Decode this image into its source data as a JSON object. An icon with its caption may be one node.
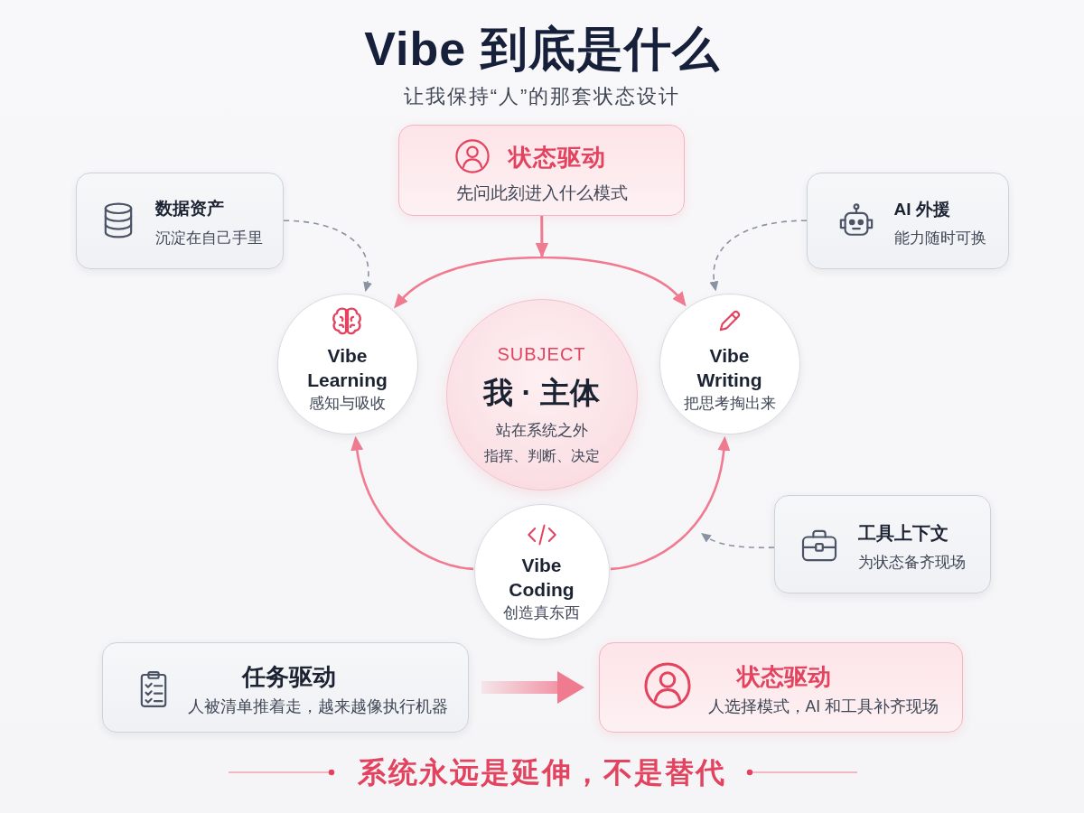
{
  "diagram": {
    "title": "Vibe 到底是什么",
    "nodes": [
      {
        "text": [
          "状态驱动",
          "先问此刻进入什么模式"
        ]
      },
      {
        "text": [
          "数据资产",
          "沉淀在自己手里"
        ]
      },
      {
        "text": [
          "AI 外援",
          "能力随时可换"
        ]
      },
      {
        "text": [
          "Vibe Learning",
          "感知与吸收"
        ]
      },
      {
        "text": [
          "SUBJECT",
          "我 · 主体",
          "站在系统之外",
          "指挥、判断、决定"
        ]
      },
      {
        "text": [
          "Vibe Writing",
          "把思考掏出来"
        ]
      },
      {
        "text": [
          "工具上下文",
          "为状态备齐现场"
        ]
      },
      {
        "text": [
          "Vibe Coding",
          "创造真东西"
        ]
      },
      {
        "text": [
          "任务驱动",
          "人被清单推着走，越来越像执行机器"
        ]
      },
      {
        "text": [
          "状态驱动",
          "人选择模式，AI 和工具补齐现场"
        ]
      }
    ],
    "edges": [
      {
        "from": 0,
        "to": 3,
        "arrow": "to"
      },
      {
        "from": 0,
        "to": 5,
        "arrow": "to"
      },
      {
        "from": 7,
        "to": 3,
        "arrow": "to"
      },
      {
        "from": 7,
        "to": 5,
        "arrow": "to"
      },
      {
        "from": 1,
        "to": 3,
        "arrow": "to",
        "style": "dashed",
        "color": "#8a93a3"
      },
      {
        "from": 2,
        "to": 5,
        "arrow": "to",
        "style": "dashed",
        "color": "#8a93a3"
      },
      {
        "from": 6,
        "to": null,
        "arrow": "to",
        "style": "dashed",
        "color": "#8a93a3"
      },
      {
        "from": 8,
        "to": 9,
        "arrow": "to",
        "style": "thick"
      }
    ],
    "labels": [
      "让我保持“人”的那套状态设计"
    ],
    "caption": "系统永远是延伸，不是替代"
  }
}
